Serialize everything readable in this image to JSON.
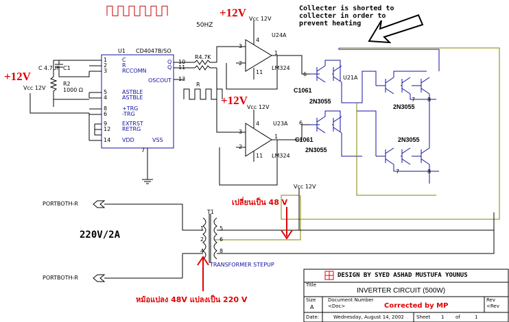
{
  "annotations": {
    "note_line1": "Collecter is shorted to",
    "note_line2": "collecter in order to",
    "note_line3": "prevent heating",
    "freq": "50HZ",
    "plus12_top": "+12V",
    "plus12_mid": "+12V",
    "plus12_left": "+12V",
    "thai_top": "เปลี่ยนเป็น 48 V",
    "thai_bottom": "หม้อแปลง 48V แปลงเป็น 220 V",
    "mains": "220V/2A"
  },
  "components": {
    "ic_u1": "U1",
    "ic_u1_part": "CD4047B/SO",
    "pin_c": "C",
    "pin_r": "R",
    "pin_rccomn": "RCCOMN",
    "pin_astble": "ASTBLE",
    "pin_astble_n": "ASTBLE",
    "pin_ptrg": "+TRG",
    "pin_ntrg": "-TRG",
    "pin_extrst": "EXTRST",
    "pin_retrg": "RETRG",
    "pin_vdd": "VDD",
    "pin_vss": "VSS",
    "pin_q": "Q",
    "pin_qn": "Q",
    "pin_oscout": "OSCOUT",
    "c1_value": "C 4.7UF",
    "c1_name": "C1",
    "r2_name": "R2",
    "r2_value": "1000 Ω",
    "r_label": "R",
    "r47k": "R4.7K",
    "u24a": "U24A",
    "u23a": "U23A",
    "lm324_a": "LM324",
    "lm324_b": "LM324",
    "u21a": "U21A",
    "c1061_a": "C1061",
    "c1061_b": "C1061",
    "tr_2n3055_1": "2N3055",
    "tr_2n3055_2": "2N3055",
    "tr_2n3055_3": "2N3055",
    "tr_2n3055_4": "2N3055",
    "vcc_top": "Vcc 12V",
    "vcc_mid": "Vcc 12V",
    "vcc_left": "Vcc 12V",
    "vcc_right": "Vcc 12V",
    "port_top": "PORTBOTH-R",
    "port_bottom": "PORTBOTH-R",
    "transformer": "TRANSFORMER STEPUP",
    "t1": "T1"
  },
  "pins": {
    "u1_1": "1",
    "u1_2": "2",
    "u1_3": "3",
    "u1_4": "4",
    "u1_5": "5",
    "u1_6": "6",
    "u1_7": "7",
    "u1_8": "8",
    "u1_9": "9",
    "u1_10": "10",
    "u1_11": "11",
    "u1_12": "12",
    "u1_13": "13",
    "u1_14": "14",
    "oa1_3": "3",
    "oa1_2": "2",
    "oa1_4": "4",
    "oa1_11": "11",
    "oa1_1": "1",
    "oa1_6": "6",
    "oa2_3": "3",
    "oa2_2": "2",
    "oa2_4": "4",
    "oa2_11": "11",
    "oa2_1": "1",
    "oa2_6": "6",
    "t_1": "1",
    "t_2": "2",
    "t_4": "4",
    "t_6": "6",
    "t_8": "8",
    "t_5": "5",
    "q_7a": "7",
    "q_8a": "8",
    "q_7b": "7",
    "q_8b": "8"
  },
  "title_block": {
    "designer": "DESIGN BY SYED ASHAD MUSTUFA YOUNUS",
    "title_caption": "Title",
    "title": "INVERTER CIRCUIT (500W)",
    "size_caption": "Size",
    "size": "A",
    "docnum_caption": "Document Number",
    "docnum": "<Doc>",
    "corrected": "Corrected by MP",
    "rev_caption": "Rev",
    "rev": "<Rev",
    "date_caption": "Date:",
    "date": "Wednesday, August 14, 2002",
    "sheet_caption": "Sheet",
    "sheet": "1",
    "of_caption": "of",
    "sheet_total": "1"
  },
  "colors": {
    "wire": "#000000",
    "logic": "#1010a0",
    "annotation": "#e00000",
    "olive_wire": "#808000"
  }
}
